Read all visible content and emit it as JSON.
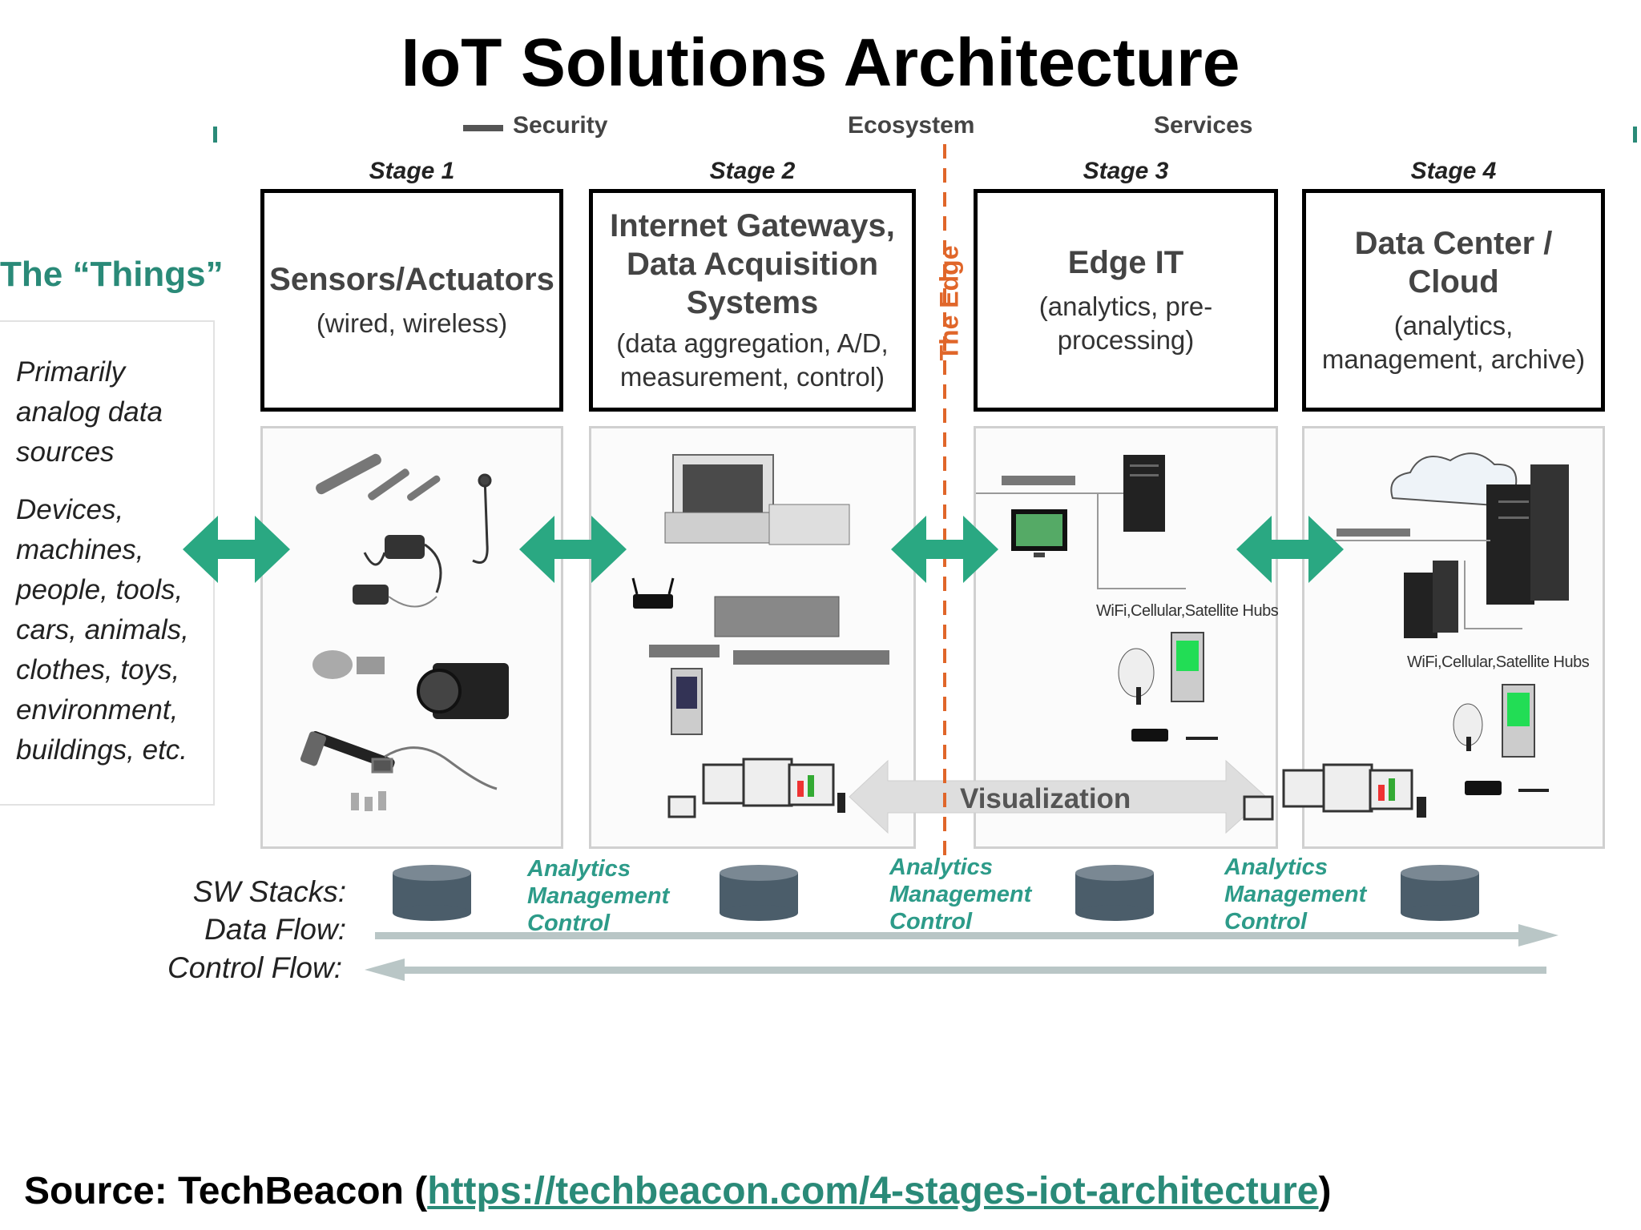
{
  "title": "IoT Solutions Architecture",
  "cut_top_labels": [
    "Security",
    "Ecosystem",
    "Services"
  ],
  "things": {
    "title": "The “Things”",
    "para1": "Primarily analog data sources",
    "para2": "Devices, machines, people, tools, cars, animals, clothes, toys, environment, buildings, etc."
  },
  "stages": [
    {
      "label": "Stage 1",
      "heading": "Sensors/Actuators",
      "sub": "(wired, wireless)"
    },
    {
      "label": "Stage 2",
      "heading": "Internet Gateways, Data Acquisition Systems",
      "sub": "(data aggregation, A/D, measurement, control)"
    },
    {
      "label": "Stage 3",
      "heading": "Edge IT",
      "sub": "(analytics, pre-processing)"
    },
    {
      "label": "Stage 4",
      "heading": "Data Center / Cloud",
      "sub": "(analytics, management, archive)"
    }
  ],
  "edge_label": "The Edge",
  "visualization_label": "Visualization",
  "hub_label": "WiFi,Cellular,Satellite Hubs",
  "amc_note": {
    "line1": "Analytics",
    "line2": "Management",
    "line3": "Control"
  },
  "flow_labels": {
    "sw": "SW Stacks:",
    "data": "Data Flow:",
    "control": "Control Flow:"
  },
  "source": {
    "prefix": "Source: TechBeacon (",
    "url": "https://techbeacon.com/4-stages-iot-architecture",
    "suffix": ")"
  },
  "colors": {
    "teal": "#2aa882",
    "edge": "#e0662a",
    "db": "#4b5d6a"
  }
}
